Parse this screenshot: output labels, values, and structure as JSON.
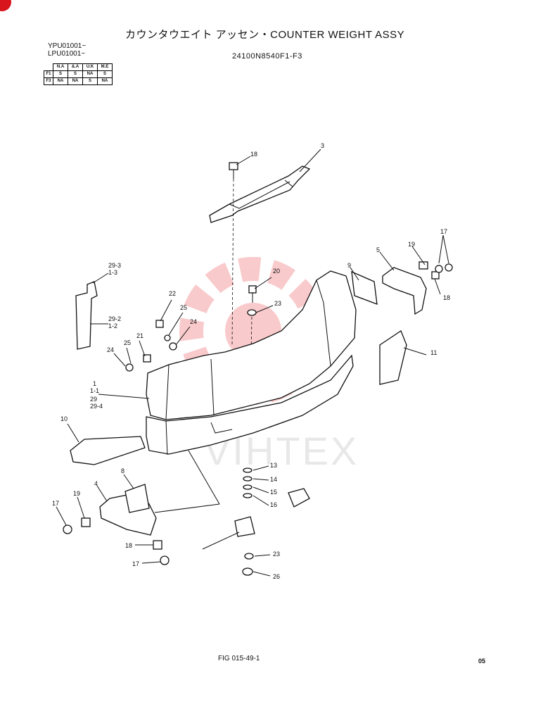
{
  "header": {
    "title": "カウンタウエイト アッセン・COUNTER WEIGHT ASSY",
    "part_number": "24100N8540F1-F3",
    "serials": [
      "YPU01001~",
      "LPU01001~"
    ]
  },
  "model_table": {
    "columns": [
      "N.A",
      "&.A",
      "U.K",
      "M.E"
    ],
    "rows": [
      {
        "label": "F1",
        "cells": [
          "S",
          "S",
          "NA",
          "S"
        ]
      },
      {
        "label": "F3",
        "cells": [
          "NA",
          "NA",
          "S",
          "NA"
        ]
      }
    ]
  },
  "callouts": {
    "c3": "3",
    "c18a": "18",
    "c17a": "17",
    "c19a": "19",
    "c5": "5",
    "c9": "9",
    "c18b": "18",
    "c29_3": "29-3",
    "c1_3": "1-3",
    "c29_2": "29-2",
    "c1_2": "1-2",
    "c22": "22",
    "c25a": "25",
    "c24a": "24",
    "c20": "20",
    "c23a": "23",
    "c21": "21",
    "c25b": "25",
    "c24b": "24",
    "c11": "11",
    "c1": "1",
    "c1_1": "1-1",
    "c29": "29",
    "c29_4": "29-4",
    "c10": "10",
    "c8": "8",
    "c4": "4",
    "c17b": "17",
    "c19b": "19",
    "c18c": "18",
    "c17c": "17",
    "c13": "13",
    "c14": "14",
    "c15": "15",
    "c16": "16",
    "c23b": "23",
    "c26": "26"
  },
  "watermark": "VIHTEX",
  "footer": {
    "figure": "FIG 015-49-1",
    "page": "05"
  }
}
